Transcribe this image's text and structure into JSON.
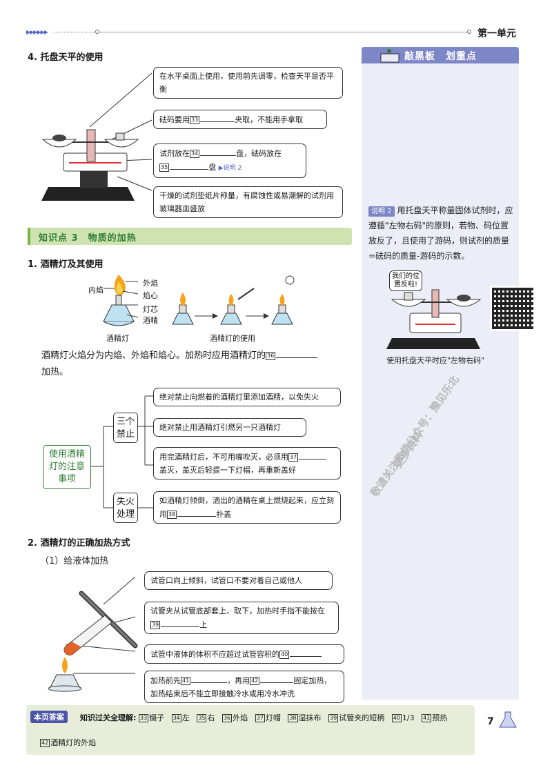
{
  "header": {
    "unit_title": "第一单元"
  },
  "sec4": {
    "title": "4. 托盘天平的使用",
    "box1": "在水平桌面上使用，使用前先调零，检查天平是否平衡",
    "box2_pre": "砝码要用",
    "box2_num": "33",
    "box2_post": "夹取，不能用手拿取",
    "box3_pre": "试剂放在",
    "box3_num1": "34",
    "box3_mid": "盘，砝码放在",
    "box3_num2": "35",
    "box3_post": "盘",
    "box3_link": "▶说明 2",
    "box4": "干燥的试剂垫纸片称量，有腐蚀性或易潮解的试剂用玻璃器皿盛放"
  },
  "kp3": {
    "title": "知识点 3　物质的加热"
  },
  "sec1": {
    "title": "1. 酒精灯及其使用",
    "labels": {
      "inner": "内焰",
      "outer": "外焰",
      "core": "焰心",
      "wick": "灯芯",
      "alcohol": "酒精"
    },
    "caption_lamp": "酒精灯",
    "caption_use": "酒精灯的使用",
    "para_1": "酒精灯火焰分为内焰、外焰和焰心。加热时应用酒精灯的",
    "para_num": "36",
    "para_2": "加热。"
  },
  "mindmap": {
    "root": "使用酒精灯的注意事项",
    "branch1": "三个禁止",
    "branch2": "失火处理",
    "item1": "绝对禁止向燃着的酒精灯里添加酒精，以免失火",
    "item2": "绝对禁止用酒精灯引燃另一只酒精灯",
    "item3_pre": "用完酒精灯后，不可用嘴吹灭，必须用",
    "item3_num": "37",
    "item3_post": "盖灭，盖灭后轻提一下灯帽，再重新盖好",
    "item4_pre": "如酒精灯倾倒，洒出的酒精在桌上燃烧起来，应立刻用",
    "item4_num": "38",
    "item4_post": "扑盖"
  },
  "sec2": {
    "title": "2. 酒精灯的正确加热方式",
    "sub": "（1）给液体加热",
    "box1": "试管口向上倾斜，试管口不要对着自己或他人",
    "box2_pre": "试管夹从试管底部套上、取下，加热时手指不能按在",
    "box2_num": "39",
    "box2_post": "上",
    "box3_pre": "试管中液体的体积不应超过试管容积的",
    "box3_num": "40",
    "box4_pre": "加热前先",
    "box4_num1": "41",
    "box4_mid": "，再用",
    "box4_num2": "42",
    "box4_post": "固定加热，加热结束后不能立即接触冷水或用冷水冲洗"
  },
  "sidebar": {
    "title": "敲黑板　划重点",
    "note_tag": "说明 2",
    "note_text": "用托盘天平称量固体试剂时，应遵循\"左物右码\"的原则，若物、码位置放反了，且使用了游码，则试剂的质量=砝码的质量-游码的示数。",
    "bubble": "我们的位置反啦!",
    "caption": "使用托盘天平时应\"左物右码\""
  },
  "watermark": {
    "line1": "更多资料",
    "line2": "敬请关注微信公众号：豫见乐北"
  },
  "answers": {
    "tag": "本页答案",
    "prefix": "知识过关全理解:",
    "a33": "镊子",
    "a34": "左",
    "a35": "右",
    "a36": "外焰",
    "a37": "灯帽",
    "a38": "湿抹布",
    "a39": "试管夹的短柄",
    "a40": "1/3",
    "a41": "预热",
    "a42": "酒精灯的外焰"
  },
  "page_number": "7",
  "colors": {
    "accent": "#7d86c7",
    "green_bar": "#cfe3b0",
    "answer_bg": "#e7edd9"
  }
}
